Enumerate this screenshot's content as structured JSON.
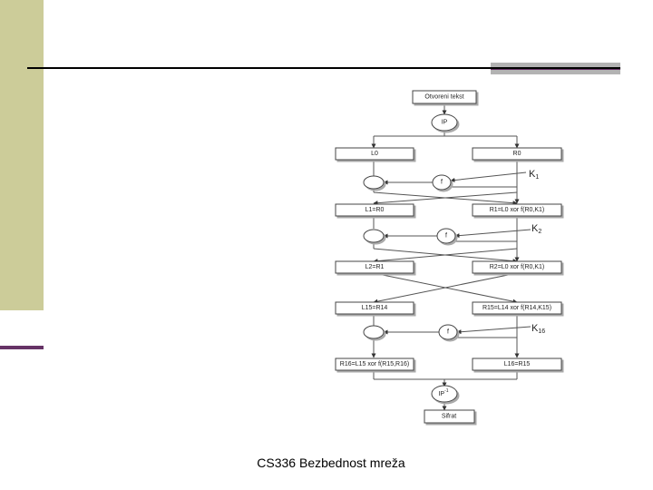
{
  "diagram": {
    "plaintext": "Otvoreni tekst",
    "ip": "IP",
    "l0": "L0",
    "r0": "R0",
    "f": "f",
    "k1": "K",
    "k1_sub": "1",
    "l1": "L1=R0",
    "r1": "R1=L0 xor f(R0,K1)",
    "k2": "K",
    "k2_sub": "2",
    "l2": "L2=R1",
    "r2": "R2=L0 xor f(R0,K1)",
    "l15": "L15=R14",
    "r15": "R15=L14 xor f(R14,K15)",
    "k16": "K",
    "k16_sub": "16",
    "r16": "R16=L15 xor f(R15,R16)",
    "l16": "L16=R15",
    "ip_inv": "IP",
    "ip_inv_sup": "-1",
    "ciphertext": "Sifrat"
  },
  "footer": {
    "text": "CS336  Bezbednost mreža"
  }
}
